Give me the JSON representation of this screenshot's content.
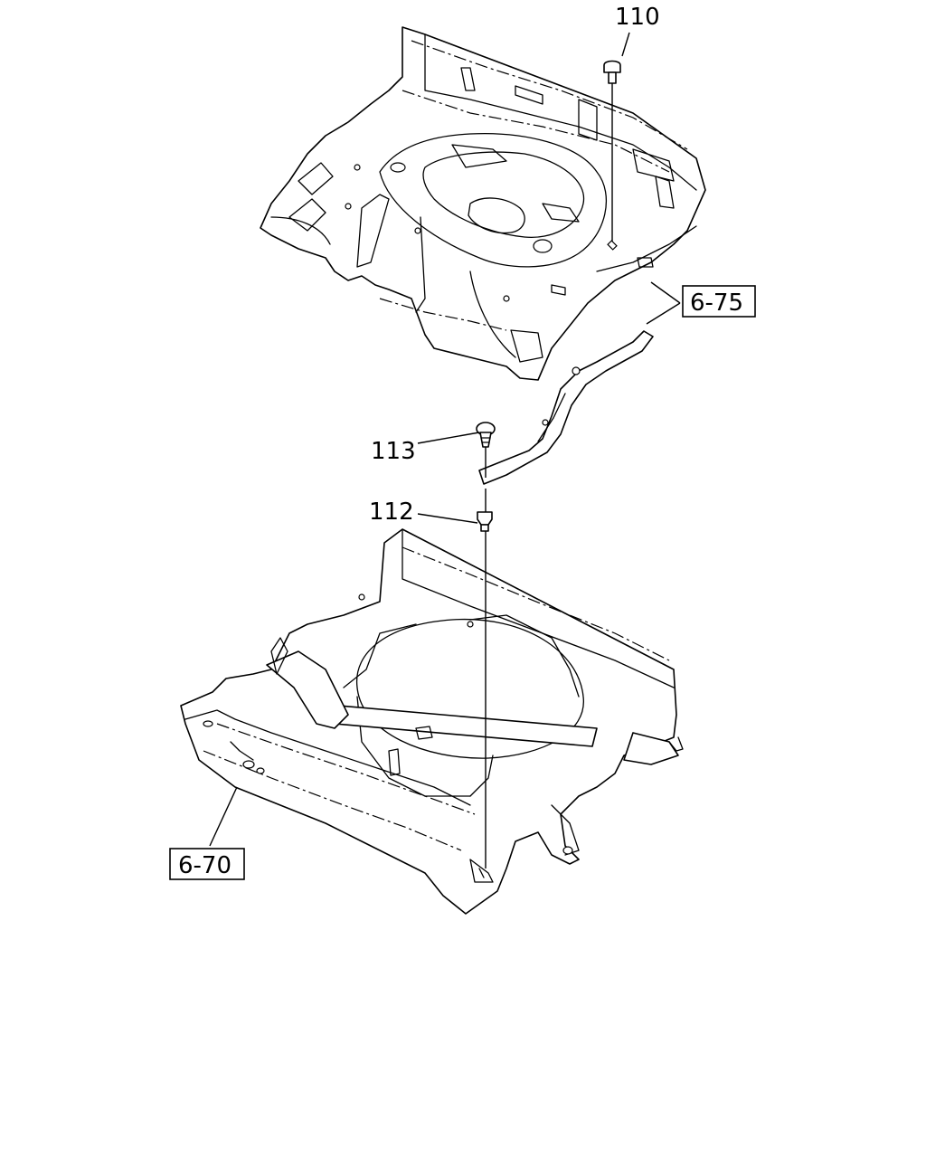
{
  "callouts": {
    "c110": "110",
    "c113": "113",
    "c112": "112"
  },
  "references": {
    "r675": "6-75",
    "r670": "6-70"
  }
}
